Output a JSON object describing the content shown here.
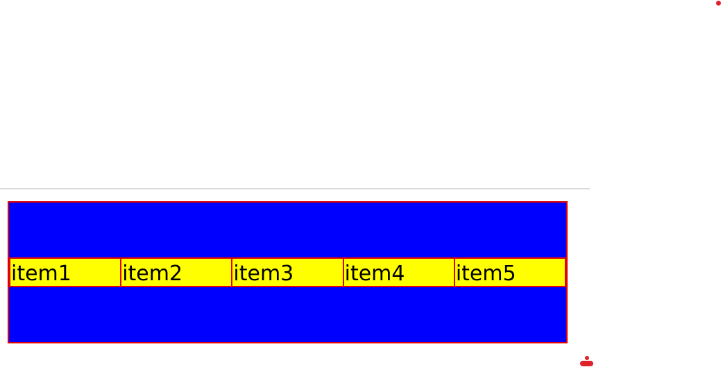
{
  "flex_demo": {
    "items": [
      {
        "label": "item1"
      },
      {
        "label": "item2"
      },
      {
        "label": "item3"
      },
      {
        "label": "item4"
      },
      {
        "label": "item5"
      }
    ]
  },
  "colors": {
    "container_background": "#0000ff",
    "item_background": "#ffff00",
    "border": "#e00000",
    "marker": "#e0202a",
    "divider": "#d9d9d9"
  },
  "icons": {
    "top_right_marker": "red-dot-icon",
    "bottom_handle": "resize-handle-icon"
  }
}
